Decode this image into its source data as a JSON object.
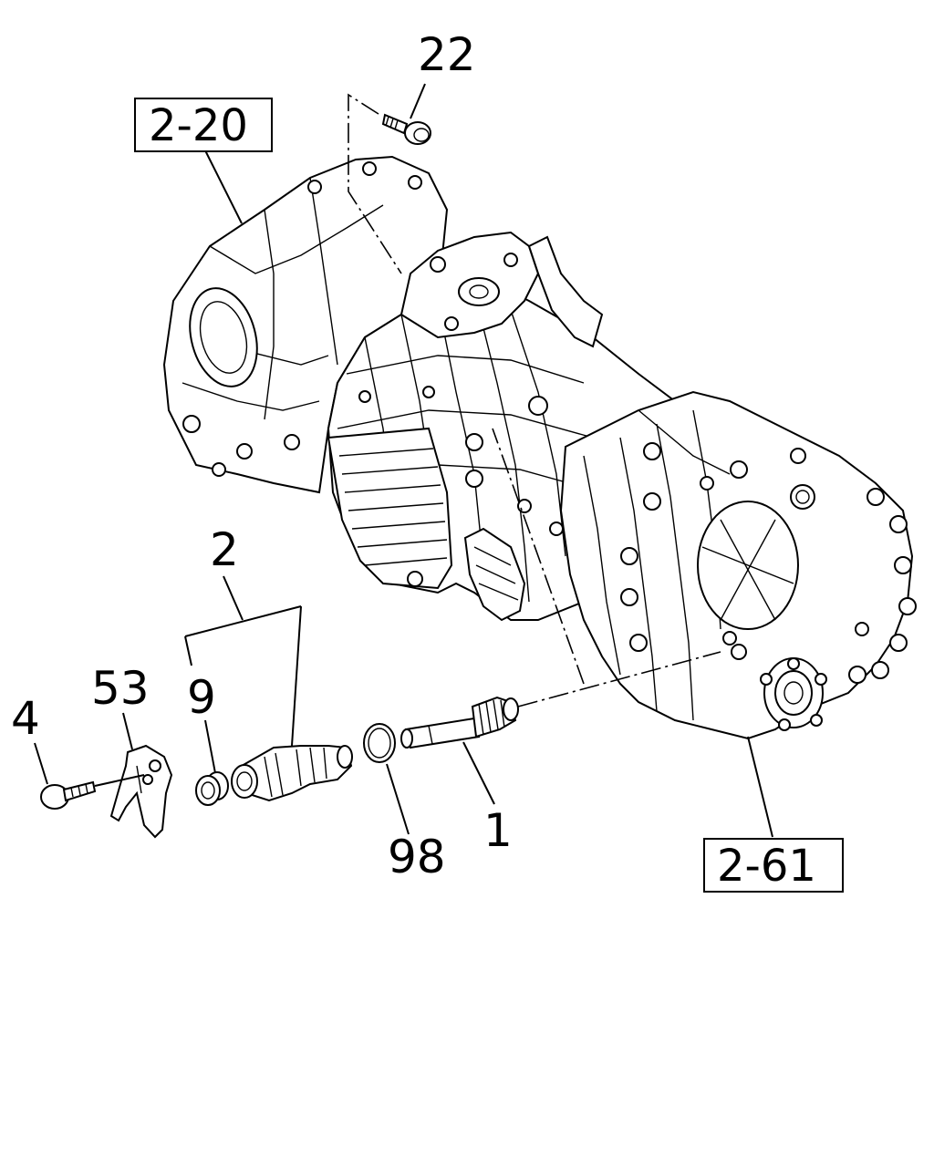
{
  "callouts": {
    "c22": "22",
    "c2": "2",
    "c53": "53",
    "c9": "9",
    "c4": "4",
    "c98": "98",
    "c1": "1"
  },
  "references": {
    "r2_20": "2-20",
    "r2_61": "2-61"
  },
  "colors": {
    "line": "#000000",
    "background": "#ffffff"
  }
}
